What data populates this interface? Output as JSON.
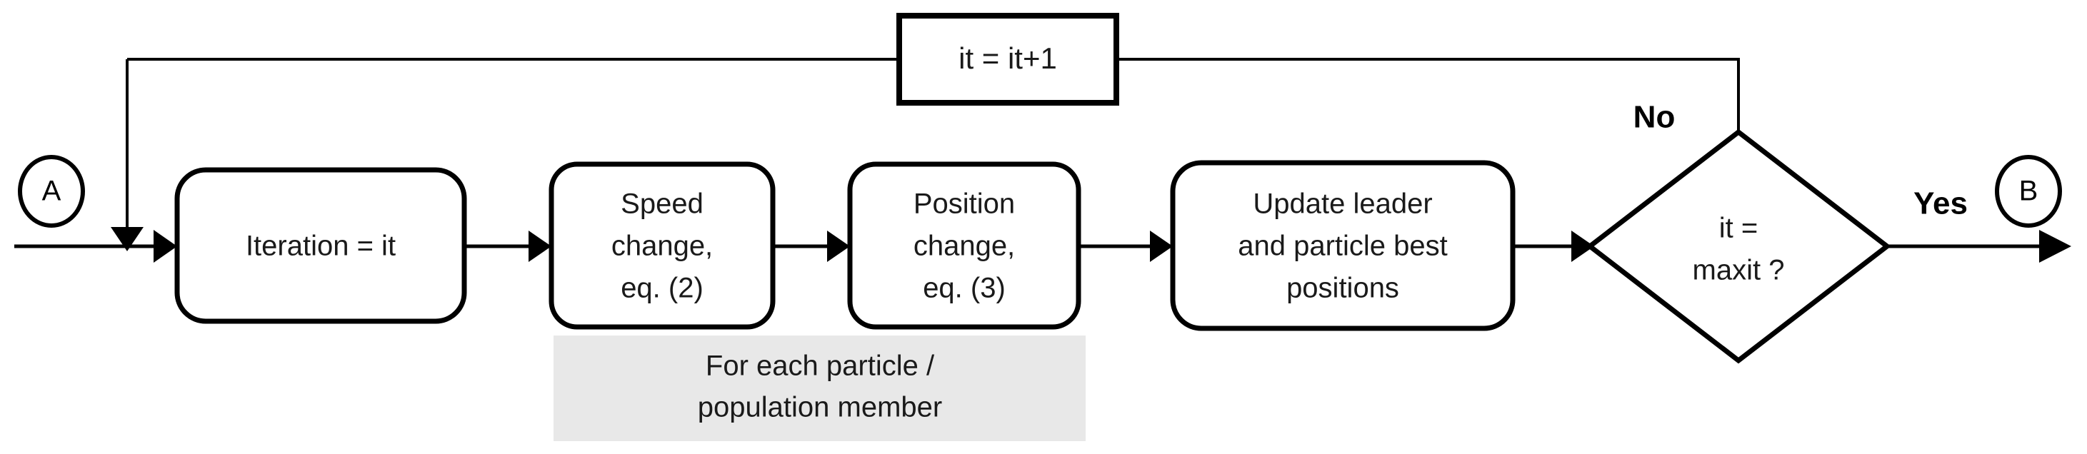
{
  "diagram": {
    "title": "Particle swarm optimization iteration loop flowchart",
    "background_color": "#ffffff",
    "line_color": "#000000",
    "group_box_color": "#e8e8e8"
  },
  "connectors": {
    "entry": {
      "label": "A",
      "name": "connector-a"
    },
    "exit": {
      "label": "B",
      "name": "connector-b"
    }
  },
  "nodes": {
    "increment": {
      "label": "it = it+1",
      "shape": "rectangle"
    },
    "iteration": {
      "label": "Iteration = it",
      "shape": "rounded-rectangle"
    },
    "speed_change": {
      "line1": "Speed",
      "line2": "change,",
      "line3": "eq. (2)",
      "shape": "rounded-rectangle"
    },
    "position_change": {
      "line1": "Position",
      "line2": "change,",
      "line3": "eq. (3)",
      "shape": "rounded-rectangle"
    },
    "update_best": {
      "line1": "Update leader",
      "line2": "and particle best",
      "line3": "positions",
      "shape": "rounded-rectangle"
    },
    "decision": {
      "line1": "it =",
      "line2": "maxit ?",
      "shape": "diamond"
    }
  },
  "branches": {
    "no_label": "No",
    "yes_label": "Yes"
  },
  "group_annotation": {
    "line1": "For each particle /",
    "line2": "population member"
  }
}
